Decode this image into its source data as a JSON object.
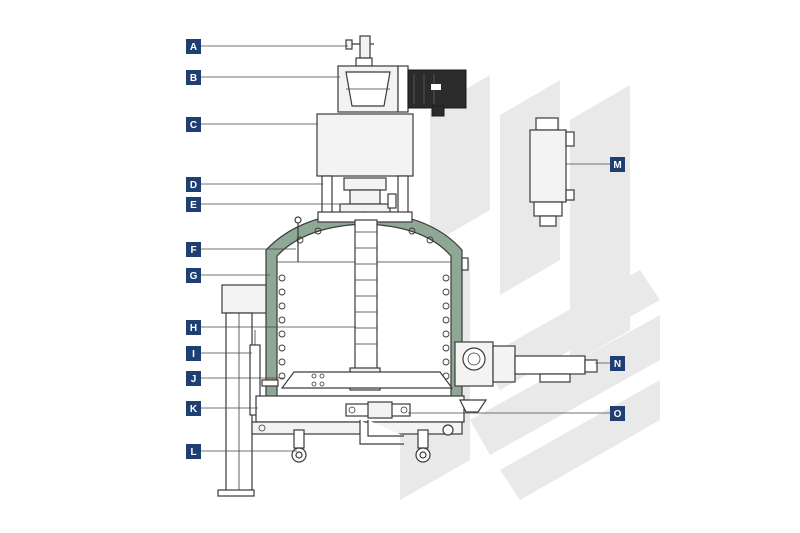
{
  "diagram": {
    "callouts": [
      {
        "id": "a",
        "letter": "A"
      },
      {
        "id": "b",
        "letter": "B"
      },
      {
        "id": "c",
        "letter": "C"
      },
      {
        "id": "d",
        "letter": "D"
      },
      {
        "id": "e",
        "letter": "E"
      },
      {
        "id": "f",
        "letter": "F"
      },
      {
        "id": "g",
        "letter": "G"
      },
      {
        "id": "h",
        "letter": "H"
      },
      {
        "id": "i",
        "letter": "I"
      },
      {
        "id": "j",
        "letter": "J"
      },
      {
        "id": "k",
        "letter": "K"
      },
      {
        "id": "l",
        "letter": "L"
      },
      {
        "id": "m",
        "letter": "M"
      },
      {
        "id": "n",
        "letter": "N"
      },
      {
        "id": "o",
        "letter": "O"
      }
    ],
    "colors": {
      "label_fill": "#1f3f73",
      "label_text": "#ffffff",
      "jacket": "#8fa896",
      "watermark": "#e9e9ea",
      "motor": "#2b2b2b"
    }
  }
}
